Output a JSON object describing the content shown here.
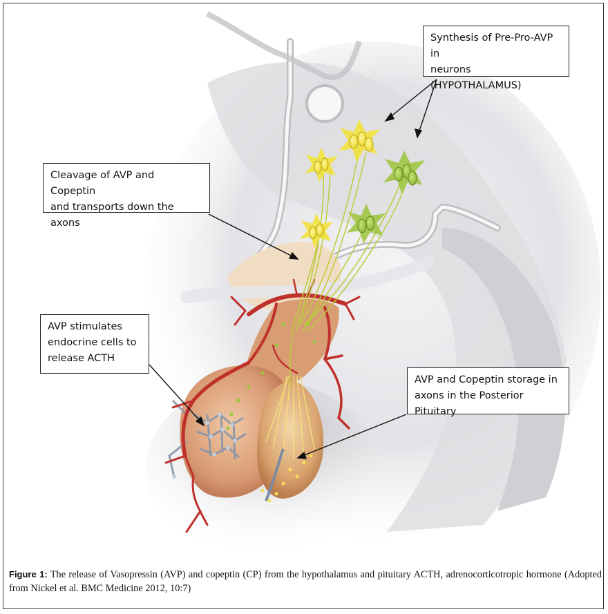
{
  "figure": {
    "callouts": {
      "synthesis": [
        "Synthesis of Pre-Pro-AVP in",
        "neurons (HYPOTHALAMUS)"
      ],
      "cleavage": [
        "Cleavage of AVP and Copeptin",
        "and transports down the axons"
      ],
      "stimulates": [
        "AVP stimulates",
        "endocrine cells to",
        "release ACTH"
      ],
      "storage": [
        "AVP and Copeptin storage in",
        "axons in the Posterior Pituitary"
      ]
    },
    "caption": {
      "label": "Figure 1:",
      "text": " The release of Vasopressin (AVP) and copeptin (CP) from the hypothalamus and pituitary ACTH, adrenocorticotropic hormone (Adopted from Nickel et al. BMC Medicine 2012, 10:7)"
    },
    "colors": {
      "neuron_yellow": "#f2e233",
      "neuron_green": "#9bc43a",
      "vessel_red": "#c0302b",
      "tissue": "#d9a07a",
      "brain_gray": "#d8d8dc"
    }
  }
}
